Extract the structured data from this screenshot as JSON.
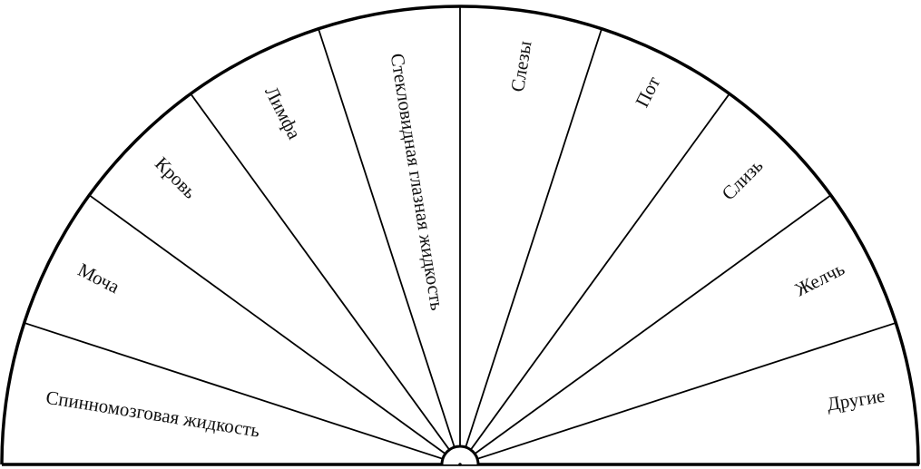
{
  "diagram": {
    "sectors": [
      "Спинномозговая жидкость",
      "Моча",
      "Кровь",
      "Лимфа",
      "Стекловидная глазная жидкость",
      "Слезы",
      "Пот",
      "Слизь",
      "Желчь",
      "Другие"
    ],
    "line_color": "#000000"
  }
}
